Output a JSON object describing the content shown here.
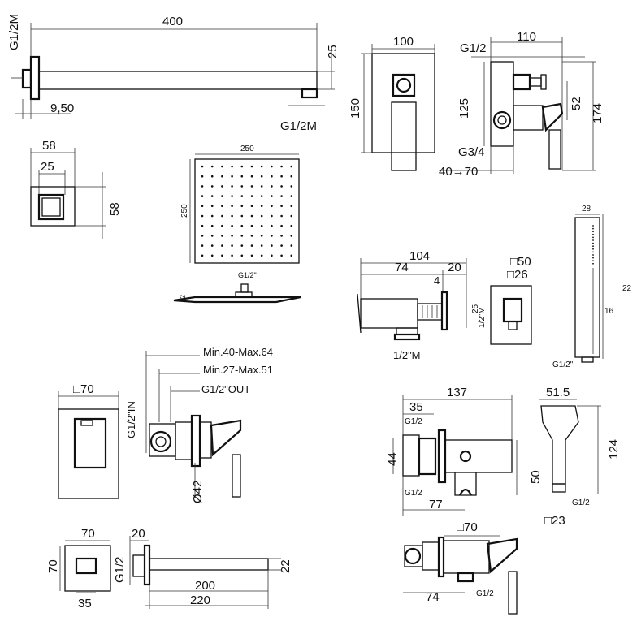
{
  "arm": {
    "length": "400",
    "height": "25",
    "thread_v": "G1/2M",
    "depth": "9,50",
    "thread_h": "G1/2M"
  },
  "flange": {
    "w_outer": "58",
    "w_inner": "25",
    "h": "58"
  },
  "head": {
    "w": "250",
    "h": "250",
    "thick": "2",
    "thread": "G1/2\""
  },
  "valve_front": {
    "w": "100",
    "h": "150"
  },
  "valve_side": {
    "thread_top": "G1/2",
    "depth": "110",
    "h1": "125",
    "h2": "52",
    "h3": "174",
    "thread_bot": "G3/4",
    "range": "40→70"
  },
  "elbow": {
    "total": "104",
    "part1": "74",
    "part2": "20",
    "nut": "4",
    "thread_v": "1/2\"M",
    "h": "25",
    "thread_h": "1/2\"M",
    "sq_outer": "□50",
    "sq_inner": "□26"
  },
  "hand_shower": {
    "w": "28",
    "total": "22",
    "handle": "16",
    "thread": "G1/2\""
  },
  "mixer": {
    "plate": "□70",
    "r1": "Min.40-Max.64",
    "r2": "Min.27-Max.51",
    "inlet": "G1/2\"IN",
    "outlet": "G1/2\"OUT",
    "dia": "Ø42"
  },
  "spout": {
    "plate": "70",
    "h": "70",
    "base": "35",
    "wall": "20",
    "thread": "G1/2",
    "len1": "200",
    "len2": "220",
    "tip": "22"
  },
  "bidet": {
    "total": "137",
    "d1": "35",
    "thread1": "G1/2",
    "h": "44",
    "thread2": "G1/2",
    "d2": "77",
    "h2": "50",
    "plate": "□70",
    "d3": "74",
    "thread3": "G1/2"
  },
  "spray": {
    "w": "51.5",
    "h": "124",
    "thread": "G1/2",
    "base": "□23"
  }
}
